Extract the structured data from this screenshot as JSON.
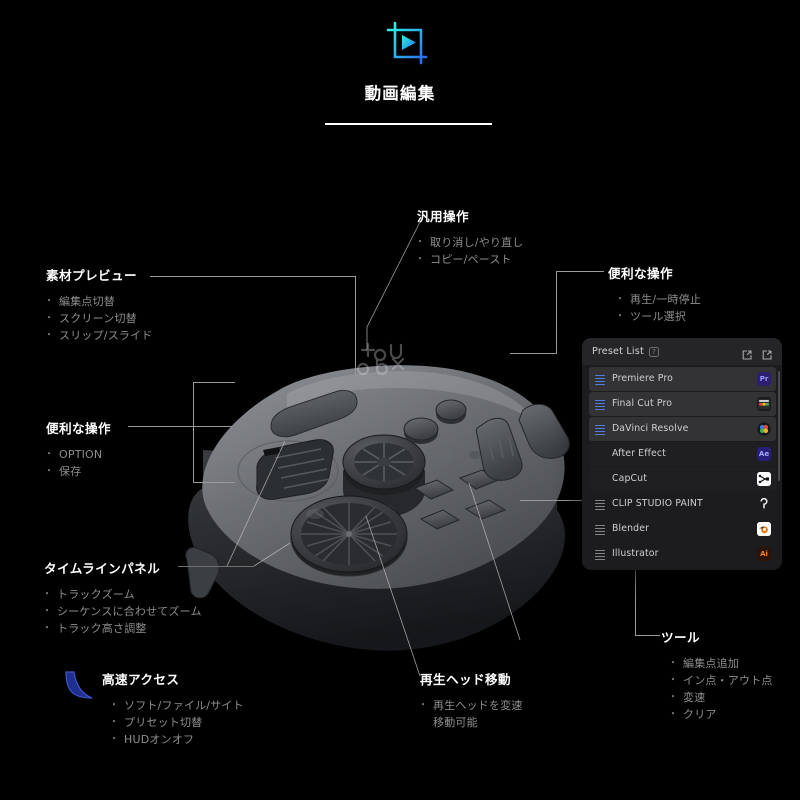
{
  "header": {
    "icon_name": "video-crop-play-icon",
    "title": "動画編集",
    "accent_start": "#2ff0e0",
    "accent_end": "#2a6bf5"
  },
  "annotations": [
    {
      "id": "material-preview",
      "title": "素材プレビュー",
      "items": [
        "編集点切替",
        "スクリーン切替",
        "スリップ/スライド"
      ]
    },
    {
      "id": "general-operation",
      "title": "汎用操作",
      "items": [
        "取り消し/やり直し",
        "コピー/ペースト"
      ]
    },
    {
      "id": "useful-operation-right",
      "title": "便利な操作",
      "items": [
        "再生/一時停止",
        "ツール選択"
      ]
    },
    {
      "id": "useful-operation-left",
      "title": "便利な操作",
      "items": [
        "OPTION",
        "保存"
      ]
    },
    {
      "id": "timeline-panel",
      "title": "タイムラインパネル",
      "items": [
        "トラックズーム",
        "シーケンスに合わせてズーム",
        "トラック高さ調整"
      ]
    },
    {
      "id": "quick-access",
      "title": "高速アクセス",
      "icon_name": "fan-wedge-icon",
      "icon_color": "#1f2f8f",
      "items": [
        "ソフト/ファイル/サイト",
        "プリセット切替",
        "HUDオンオフ"
      ]
    },
    {
      "id": "playhead-move",
      "title": "再生ヘッド移動",
      "items": [
        "再生ヘッドを変速",
        "移動可能"
      ]
    },
    {
      "id": "tool",
      "title": "ツール",
      "items": [
        "編集点追加",
        "イン点・アウト点",
        "変速",
        "クリア"
      ]
    }
  ],
  "device": {
    "name": "tourbox-controller",
    "brand_text": "tour box"
  },
  "preset_panel": {
    "title": "Preset List",
    "help_icon": "question-mark-icon",
    "header_icons": [
      "export-icon",
      "import-icon"
    ],
    "rows": [
      {
        "label": "Premiere Pro",
        "handle": "blue",
        "style": "hl",
        "icon": "Pr",
        "icon_name": "premiere-pro-icon",
        "icon_bg": "#2d1f6e",
        "icon_fg": "#9b9bff"
      },
      {
        "label": "Final Cut Pro",
        "handle": "blue",
        "style": "hl",
        "icon": "",
        "icon_name": "final-cut-pro-icon",
        "icon_bg": "#2a2a2c",
        "icon_fg": "#ffffff"
      },
      {
        "label": "DaVinci Resolve",
        "handle": "blue",
        "style": "hl",
        "icon": "",
        "icon_name": "davinci-resolve-icon",
        "icon_bg": "#1b1b1d",
        "icon_fg": "#ffffff"
      },
      {
        "label": "After Effect",
        "handle": "none",
        "style": "dim",
        "icon": "Ae",
        "icon_name": "after-effects-icon",
        "icon_bg": "#26207a",
        "icon_fg": "#a6a6ff"
      },
      {
        "label": "CapCut",
        "handle": "none",
        "style": "dim",
        "icon": "",
        "icon_name": "capcut-icon",
        "icon_bg": "#ffffff",
        "icon_fg": "#111111"
      },
      {
        "label": "CLIP STUDIO PAINT",
        "handle": "gray",
        "style": "plain",
        "icon": "",
        "icon_name": "clip-studio-paint-icon",
        "icon_bg": "#000000",
        "icon_fg": "#ffffff"
      },
      {
        "label": "Blender",
        "handle": "gray",
        "style": "plain",
        "icon": "",
        "icon_name": "blender-icon",
        "icon_bg": "#ffffff",
        "icon_fg": "#e87d0d"
      },
      {
        "label": "Illustrator",
        "handle": "gray",
        "style": "plain",
        "icon": "Ai",
        "icon_name": "illustrator-icon",
        "icon_bg": "#2b1405",
        "icon_fg": "#ff7f18"
      }
    ]
  }
}
